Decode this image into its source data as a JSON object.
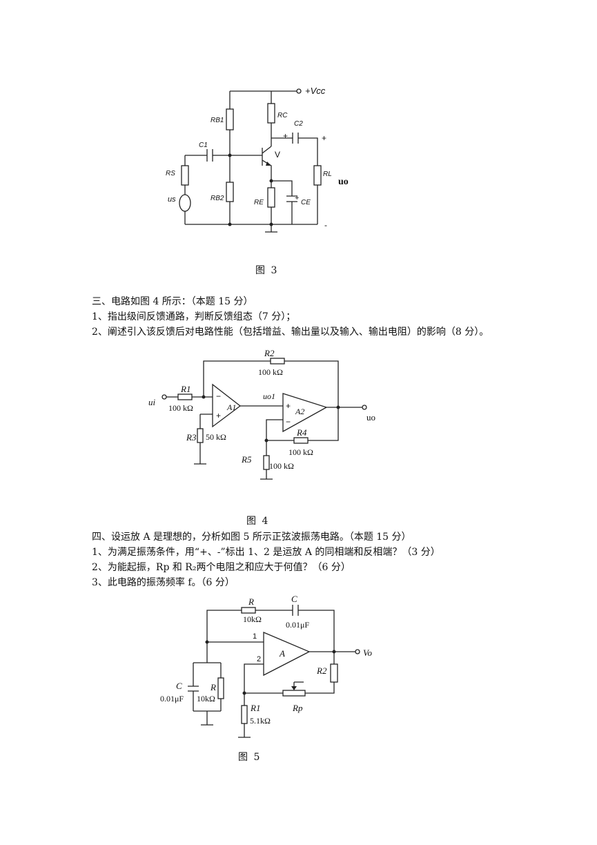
{
  "figure3": {
    "caption": "图 3",
    "labels": {
      "vcc": "+Vcc",
      "rb1": "RB1",
      "rc": "RC",
      "c2": "C2",
      "c2_plus": "+",
      "out_plus": "+",
      "c1": "C1",
      "v": "V",
      "rs": "RS",
      "rl": "RL",
      "uo": "uo",
      "rb2": "RB2",
      "us": "us",
      "re": "RE",
      "ce": "CE",
      "ce_plus": "+",
      "out_minus": "-"
    }
  },
  "section3": {
    "title": "三、电路如图 4 所示：（本题 15 分）",
    "q1": "1、指出级间反馈通路，判断反馈组态（7 分）；",
    "q2": "2、阐述引入该反馈后对电路性能（包括增益、输出量以及输入、输出电阻）的影响（8 分）。"
  },
  "figure4": {
    "caption": "图 4",
    "labels": {
      "r2": "R2",
      "r2_val": "100 kΩ",
      "r1": "R1",
      "r1_val": "100 kΩ",
      "ui": "ui",
      "a1": "A1",
      "uo1": "uo1",
      "a2": "A2",
      "uo": "uo",
      "r3": "R3",
      "r3_val": "50 kΩ",
      "r4": "R4",
      "r4_val": "100 kΩ",
      "r5": "R5",
      "r5_val": "100 kΩ",
      "minus1": "−",
      "plus1": "+",
      "plus2": "+",
      "minus2": "−"
    }
  },
  "section4": {
    "title": "四、设运放 A 是理想的，分析如图 5 所示正弦波振荡电路。（本题 15 分）",
    "q1": "1、为满足振荡条件，用“+、-”标出 1、2 是运放 A 的同相端和反相端？（3 分）",
    "q2": "2、为能起振，Rp 和 R₂两个电阻之和应大于何值？（6 分）",
    "q3": "3、此电路的振荡频率 f。（6 分）"
  },
  "figure5": {
    "caption": "图 5",
    "labels": {
      "r_top": "R",
      "r_top_val": "10kΩ",
      "c_top": "C",
      "c_top_val": "0.01μF",
      "node1": "1",
      "node2": "2",
      "a": "A",
      "vo": "Vo",
      "r2": "R2",
      "c_bot": "C",
      "c_bot_val": "0.01μF",
      "r_bot": "R",
      "r_bot_val": "10kΩ",
      "rp": "Rp",
      "r1": "R1",
      "r1_val": "5.1kΩ"
    }
  }
}
